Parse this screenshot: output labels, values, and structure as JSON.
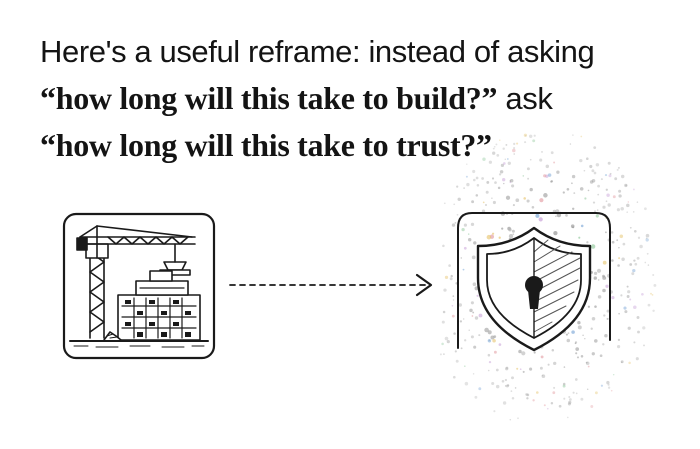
{
  "headline": {
    "line1": "Here's a useful reframe: instead of asking",
    "line2_quote": "“how long will this take to build?”",
    "line2_suffix": " ask",
    "line3_quote": "“how long will this take to trust?”"
  },
  "diagram": {
    "from_icon": "construction-crane-building-icon",
    "connector": "dashed-arrow",
    "to_icon": "shield-keyhole-icon",
    "ink_color": "#1a1a1a",
    "speckle_colors": [
      "#9a9a9a",
      "#b5b5b5",
      "#7aa6d6",
      "#e29aa0",
      "#e6c36a",
      "#8fc79a",
      "#c9a3d8"
    ]
  }
}
